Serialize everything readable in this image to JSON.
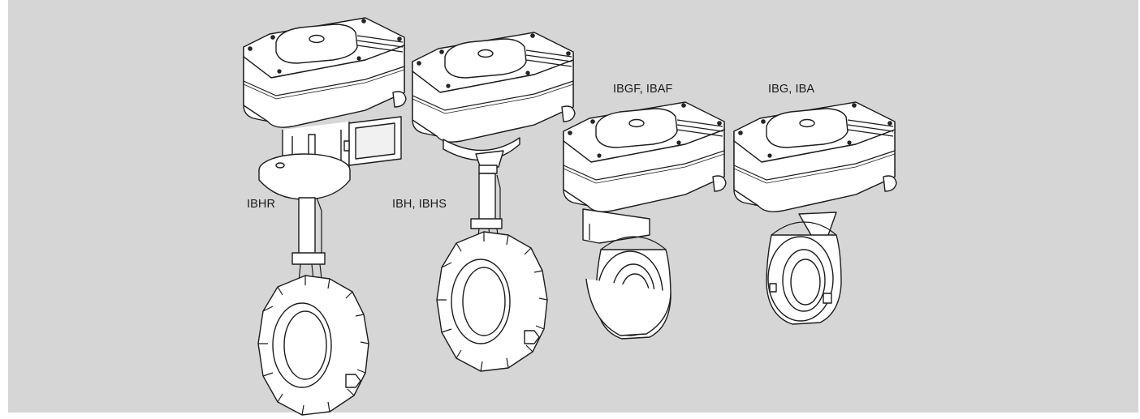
{
  "labels": {
    "ibhr": "IBHR",
    "ibh_ibhs": "IBH, IBHS",
    "ibgf_ibaf": "IBGF, IBAF",
    "ibg_iba": "IBG, IBA"
  },
  "colors": {
    "background": "#d6d6d6",
    "outline": "#1c1c1c",
    "fill": "#ffffff"
  }
}
